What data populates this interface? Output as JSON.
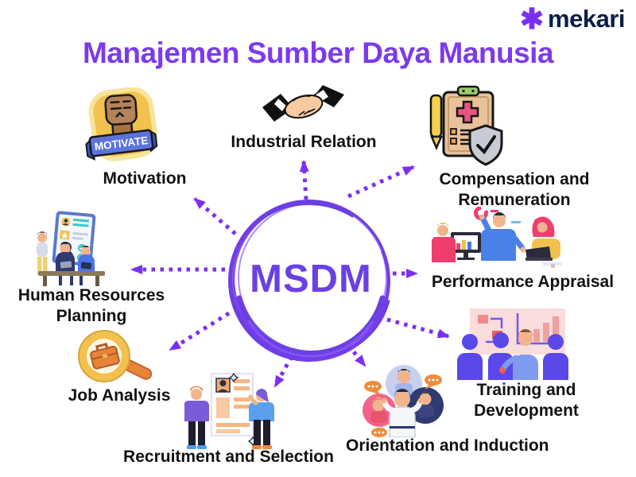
{
  "title": "Manajemen Sumber Daya Manusia",
  "logo": {
    "mark": "✱",
    "text": "mekari"
  },
  "center": {
    "label": "MSDM"
  },
  "nodes": [
    {
      "label": "Motivation",
      "sticker_text": "MOTIVATE",
      "icon": "motivation-fist"
    },
    {
      "label": "Industrial Relation",
      "icon": "handshake"
    },
    {
      "label": "Compensation and Remuneration",
      "icon": "clipboard-shield"
    },
    {
      "label": "Performance Appraisal",
      "icon": "people-charts"
    },
    {
      "label": "Training and Development",
      "icon": "presentation-audience"
    },
    {
      "label": "Orientation and Induction",
      "icon": "group-speech-bubbles"
    },
    {
      "label": "Recruitment and Selection",
      "icon": "resume-candidates"
    },
    {
      "label": "Job Analysis",
      "icon": "magnifier-briefcase"
    },
    {
      "label": "Human Resources Planning",
      "icon": "team-planning-board"
    }
  ],
  "colors": {
    "title": "#7C3AED",
    "arrow": "#7C2FF2",
    "msdm_text": "#6B40E3",
    "label_text": "#111111",
    "logo_text": "#0A1F44",
    "background": "#FFFFFF"
  }
}
